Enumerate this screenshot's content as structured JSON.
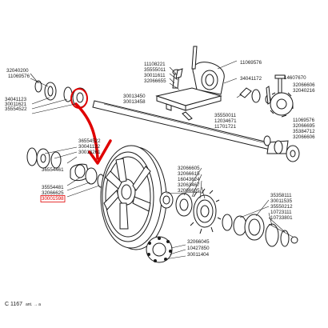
{
  "diagram": {
    "code": "C 1167",
    "code_suffix": "ant. → a",
    "labels": {
      "top_left_1": "32040200",
      "top_left_2": "11069576",
      "left_1": "34041123",
      "left_2": "30011621",
      "left_3": "35554522",
      "mid_top_1": "11108221",
      "mid_top_2": "35555011",
      "mid_top_3": "30011611",
      "mid_top_4": "32066655",
      "center_1": "30013450",
      "center_2": "30013458",
      "right_top_1": "11069576",
      "right_top_2": "34041172",
      "right_top_3": "14607670",
      "right_top_4": "32066606",
      "right_top_5": "32040216",
      "center_mid_1": "35550011",
      "center_mid_2": "12034671",
      "center_mid_3": "11701721",
      "right_mid_1": "11069576",
      "right_mid_2": "32066695",
      "right_mid_3": "35384712",
      "right_mid_4": "32066606",
      "left_mid_1": "36554522",
      "left_mid_2": "30041122",
      "left_mid_3": "30013261",
      "left_low_1": "36554461",
      "left_low_2": "35554481",
      "left_low_3": "32066625",
      "left_low_red": "30001598",
      "hub_1": "32066605",
      "hub_2": "32066615",
      "hub_3": "16043624",
      "hub_4": "32063467",
      "hub_5": "32066605",
      "right_low_1": "35358111",
      "right_low_2": "30011535",
      "right_low_3": "35550212",
      "right_low_4": "10723111",
      "right_low_5": "10733801",
      "bottom_1": "32066045",
      "bottom_2": "10427850",
      "bottom_3": "30011404"
    }
  },
  "colors": {
    "ink": "#1a1a1a",
    "highlight": "#e00000"
  }
}
